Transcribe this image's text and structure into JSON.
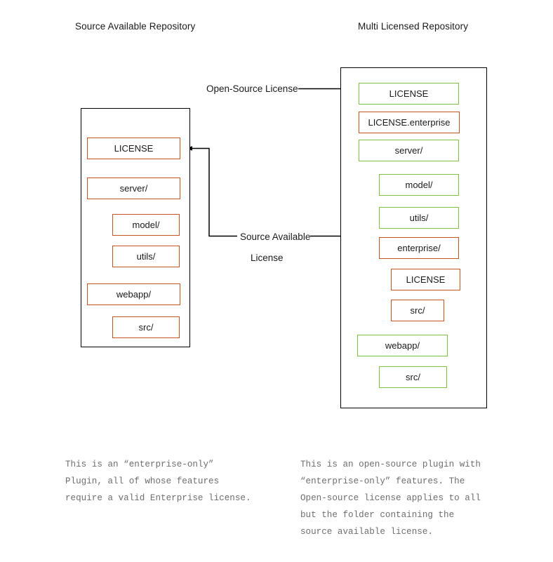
{
  "diagram": {
    "title_left": "Source Available Repository",
    "title_right": "Multi Licensed Repository",
    "colors": {
      "source_available": "#C0551F",
      "open_source": "#7DC242",
      "container_border": "#000000",
      "connector": "#000000",
      "connector_gray": "#595959",
      "note_text": "#6e6e6e"
    },
    "left_repository": {
      "name": "Source Available Repository",
      "items": [
        {
          "label": "LICENSE",
          "license": "source-available",
          "indent": 0
        },
        {
          "label": "server/",
          "license": "source-available",
          "indent": 0
        },
        {
          "label": "model/",
          "license": "source-available",
          "indent": 1
        },
        {
          "label": "utils/",
          "license": "source-available",
          "indent": 1
        },
        {
          "label": "webapp/",
          "license": "source-available",
          "indent": 0
        },
        {
          "label": "src/",
          "license": "source-available",
          "indent": 1
        }
      ]
    },
    "right_repository": {
      "name": "Multi Licensed Repository",
      "items": [
        {
          "label": "LICENSE",
          "license": "open-source",
          "indent": 0
        },
        {
          "label": "LICENSE.enterprise",
          "license": "source-available",
          "indent": 0
        },
        {
          "label": "server/",
          "license": "open-source",
          "indent": 0
        },
        {
          "label": "model/",
          "license": "open-source",
          "indent": 1
        },
        {
          "label": "utils/",
          "license": "open-source",
          "indent": 1
        },
        {
          "label": "enterprise/",
          "license": "source-available",
          "indent": 1
        },
        {
          "label": "LICENSE",
          "license": "source-available",
          "indent": 1
        },
        {
          "label": "src/",
          "license": "source-available",
          "indent": 1
        },
        {
          "label": "webapp/",
          "license": "open-source",
          "indent": 0
        },
        {
          "label": "src/",
          "license": "open-source",
          "indent": 1
        }
      ]
    },
    "connectors": {
      "open_source_label": "Open-Source License",
      "source_available_label_line1": "Source Available",
      "source_available_label_line2": "License"
    },
    "notes": {
      "left": "This is an “enterprise-only”\nPlugin, all of whose features\nrequire a valid Enterprise license.",
      "right": "This is an open-source plugin with\n“enterprise-only” features. The\nOpen-source license applies to all\nbut the folder containing the\nsource available license."
    }
  }
}
